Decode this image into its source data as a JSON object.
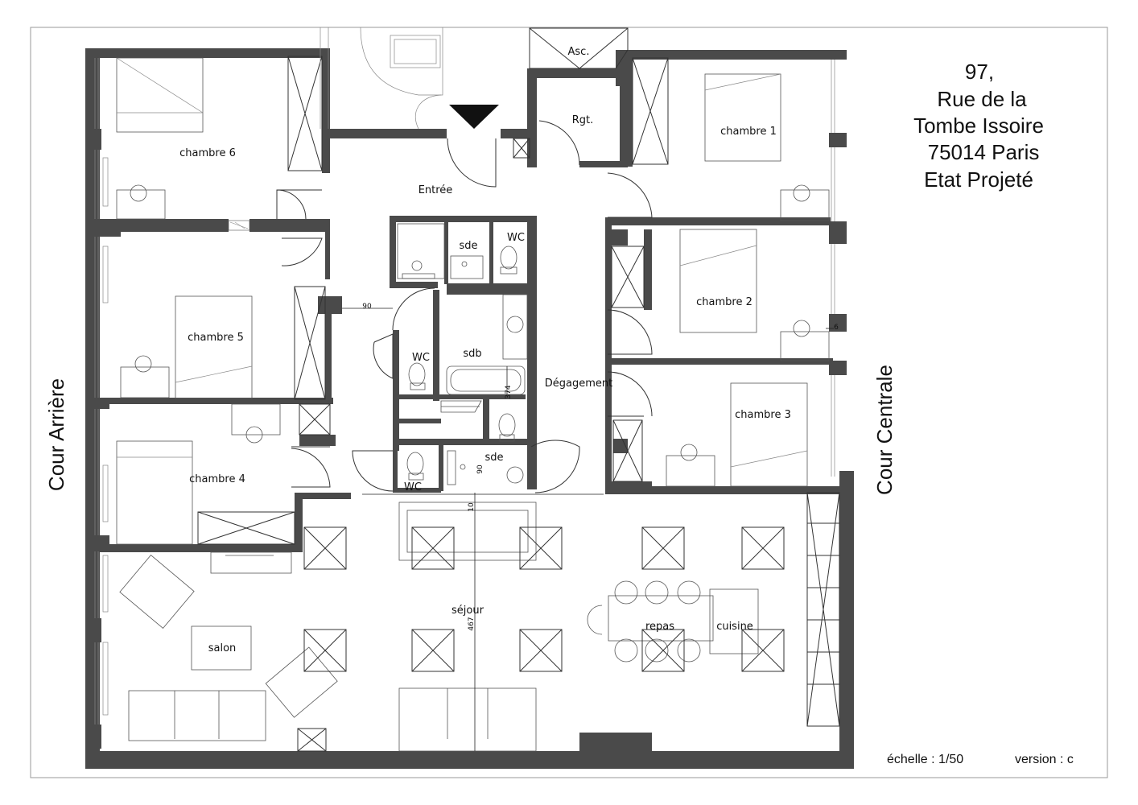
{
  "address": {
    "lines": [
      "97,",
      "Rue de la",
      "Tombe Issoire",
      "75014 Paris",
      "Etat Projeté"
    ]
  },
  "courts": {
    "left": "Cour Arrière",
    "right": "Cour Centrale"
  },
  "rooms": {
    "chambre1": "chambre 1",
    "chambre2": "chambre 2",
    "chambre3": "chambre 3",
    "chambre4": "chambre 4",
    "chambre5": "chambre 5",
    "chambre6": "chambre 6",
    "asc": "Asc.",
    "rgt": "Rgt.",
    "entree": "Entrée",
    "sde_top": "sde",
    "wc_top": "WC",
    "sdb": "sdb",
    "wc_mid": "WC",
    "degagement": "Dégagement",
    "sde_bottom": "sde",
    "wc_bottom": "WC",
    "sejour": "séjour",
    "salon": "salon",
    "repas": "repas",
    "cuisine": "cuisine"
  },
  "dimensions": {
    "d90_top": "90",
    "d374": "374",
    "d90_bottom": "90",
    "d10": "10",
    "d467": "467",
    "d6": "6"
  },
  "footer": {
    "scale": "échelle : 1/50",
    "version": "version : c"
  },
  "colors": {
    "wall": "#4a4a4a",
    "line": "#333333"
  }
}
